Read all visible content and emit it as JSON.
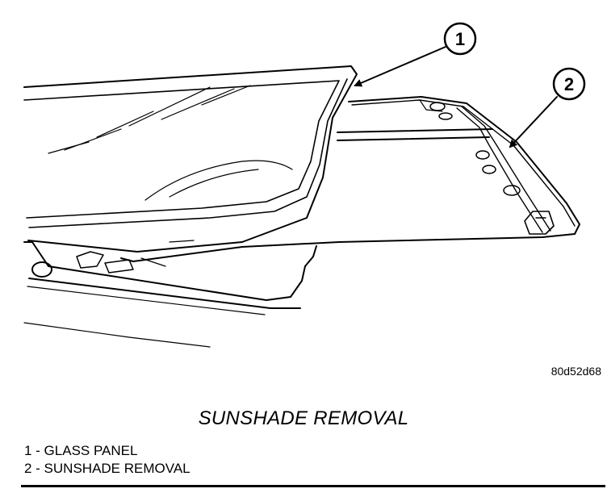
{
  "callouts": [
    {
      "number": "1",
      "label": "GLASS PANEL"
    },
    {
      "number": "2",
      "label": "SUNSHADE REMOVAL"
    }
  ],
  "figure_code": "80d52d68",
  "caption": "SUNSHADE REMOVAL",
  "legend": [
    {
      "text": "1 - GLASS PANEL"
    },
    {
      "text": "2 - SUNSHADE REMOVAL"
    }
  ]
}
